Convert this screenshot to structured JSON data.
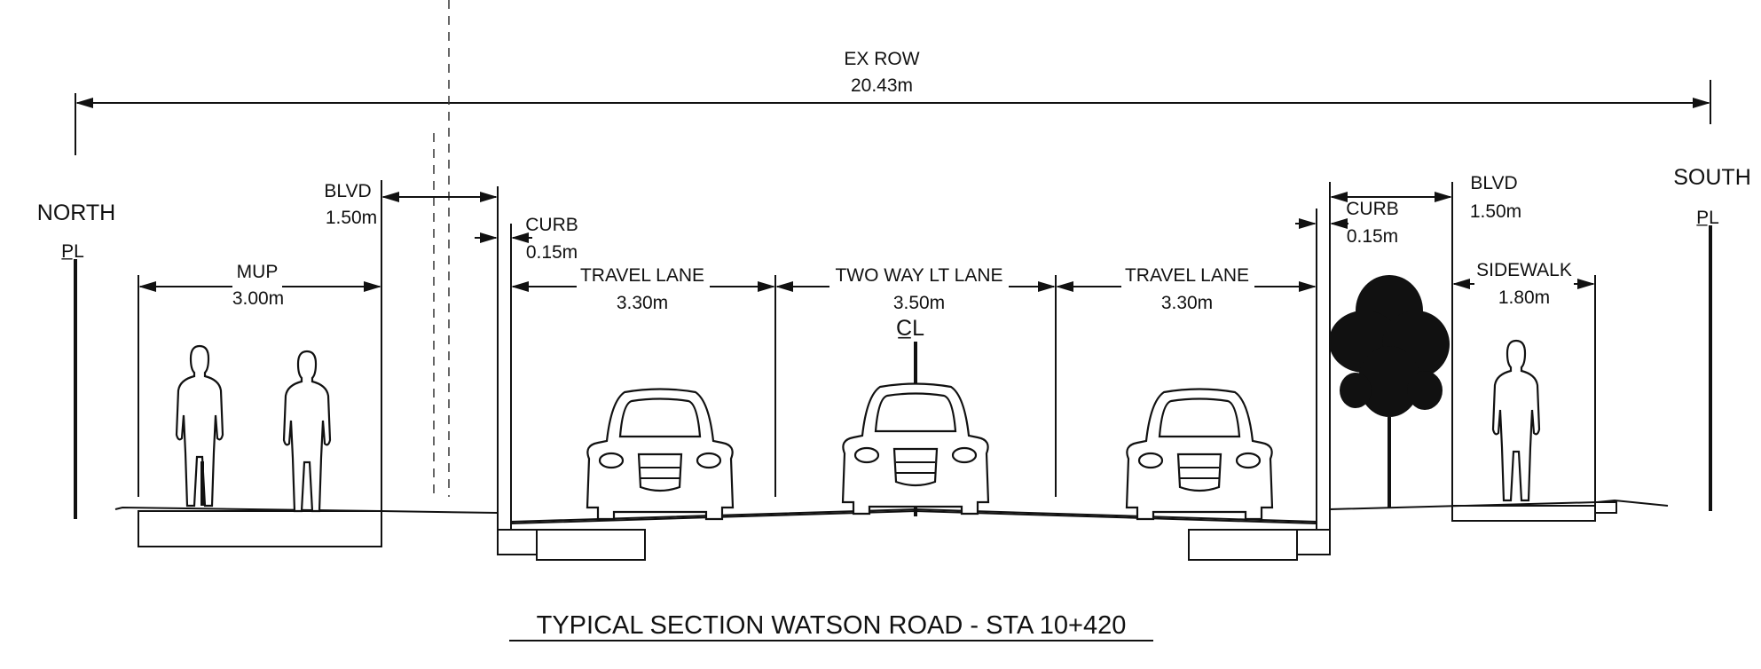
{
  "title": "TYPICAL SECTION WATSON ROAD - STA  10+420",
  "row": {
    "label": "EX ROW",
    "width": "20.43m"
  },
  "directions": {
    "north": "NORTH",
    "south": "SOUTH",
    "row_symbol": "P̲L"
  },
  "centerline_symbol": "C̲L",
  "segments": [
    {
      "id": "mup",
      "label": "MUP",
      "width": "3.00m"
    },
    {
      "id": "blvd-north",
      "label": "BLVD",
      "width": "1.50m"
    },
    {
      "id": "curb-north",
      "label": "CURB",
      "width": "0.15m"
    },
    {
      "id": "travel-lane-north",
      "label": "TRAVEL LANE",
      "width": "3.30m"
    },
    {
      "id": "two-way-lt-lane",
      "label": "TWO WAY LT LANE",
      "width": "3.50m"
    },
    {
      "id": "travel-lane-south",
      "label": "TRAVEL LANE",
      "width": "3.30m"
    },
    {
      "id": "curb-south",
      "label": "CURB",
      "width": "0.15m"
    },
    {
      "id": "blvd-south",
      "label": "BLVD",
      "width": "1.50m"
    },
    {
      "id": "sidewalk",
      "label": "SIDEWALK",
      "width": "1.80m"
    }
  ]
}
